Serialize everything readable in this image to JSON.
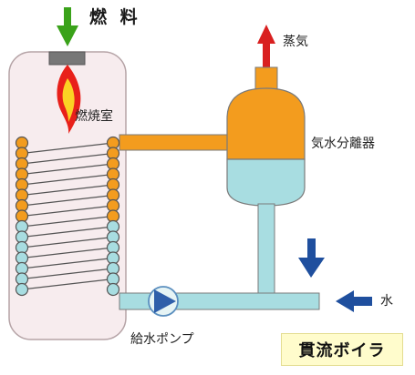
{
  "labels": {
    "fuel": "燃 料",
    "steam": "蒸気",
    "combustion_chamber": "燃焼室",
    "separator": "気水分離器",
    "water": "水",
    "feed_pump": "給水ポンプ",
    "title": "貫流ボイラ"
  },
  "colors": {
    "furnace_fill": "#f7ecee",
    "furnace_border": "#b5a3a6",
    "steam_orange": "#f39c1e",
    "water_blue": "#a8dde1",
    "pipe_outline": "#7a7a7a",
    "fuel_arrow": "#3aa21a",
    "steam_arrow": "#d92020",
    "water_arrow": "#1f4f9e",
    "pump_blue": "#2f5faa",
    "title_bg": "#fffccc"
  },
  "coil": {
    "turns": 15,
    "orange_turns": 8
  },
  "icons": {
    "fuel_arrow": "arrow-down",
    "steam_arrow": "arrow-up",
    "water_in_arrow": "arrow-down",
    "water_side_arrow": "arrow-left",
    "pump": "triangle-right"
  }
}
